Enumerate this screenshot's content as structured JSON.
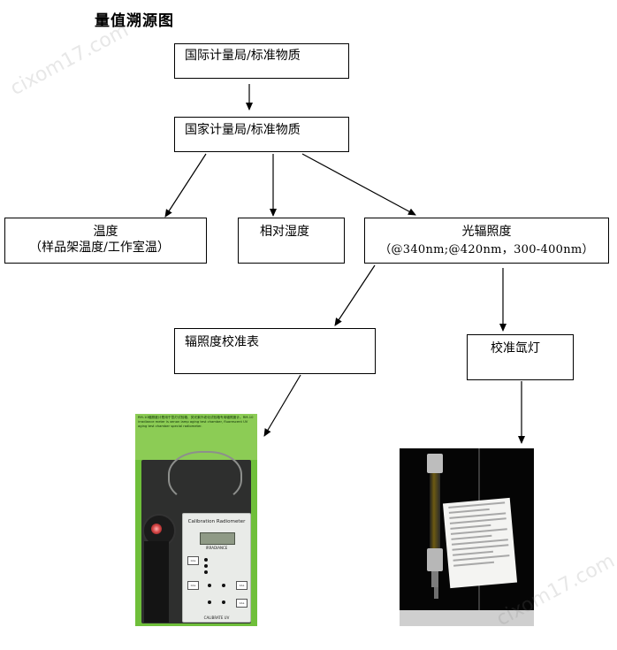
{
  "title": "量值溯源图",
  "boxes": {
    "bipm": "国际计量局/标准物质",
    "national": "国家计量局/标准物质",
    "temperature": {
      "line1": "温度",
      "line2": "（样品架温度/工作室温）"
    },
    "humidity": "相对湿度",
    "irradiance": {
      "line1": "光辐照度",
      "line2": "（@340nm;@420nm，300-400nm）"
    },
    "radiometer": "辐照度校准表",
    "xenon_lamp": "校准氙灯"
  },
  "photo1": {
    "caption_text": "RM-10辐照度计是用于氙灯试验箱、荧光紫外老化试验箱专用辐照度计。RM-10 irradiance meter is xenon lamp aging test chamber, fluorescent UV aging test chamber special radiometer.",
    "meter_title": "Calibration Radiometer",
    "meter_mode": "IRRADIANCE",
    "button_left_top": "CAL",
    "button_right_top": "CAL",
    "button_left_bottom": "CAL",
    "button_right_bottom": "CAL",
    "meter_footer": "CALIBRATE UV"
  },
  "watermark": "cixom17.com",
  "colors": {
    "photo1_bg": "#6fbf3a",
    "photo2_bg": "#050505",
    "line": "#000000"
  }
}
